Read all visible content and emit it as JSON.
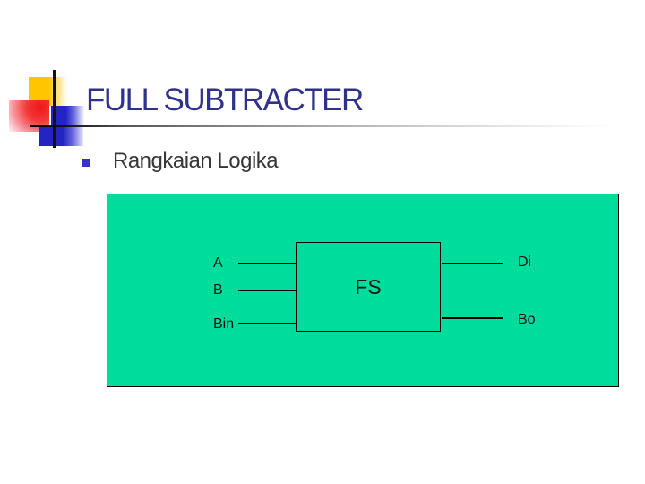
{
  "slide": {
    "title": "FULL SUBTRACTER",
    "bullet_text": "Rangkaian Logika"
  },
  "diagram": {
    "block_label": "FS",
    "inputs": [
      {
        "label": "A"
      },
      {
        "label": "B"
      },
      {
        "label": "Bin"
      }
    ],
    "outputs": [
      {
        "label": "Di"
      },
      {
        "label": "Bo"
      }
    ]
  },
  "colors": {
    "title_text": "#31318C",
    "body_text": "#363636",
    "bullet_square": "#3333CC",
    "panel_fill": "#00DC9C",
    "line_black": "#000000",
    "accent_yellow": "#FFC500",
    "accent_red": "#EF1717",
    "accent_blue": "#2424C4"
  }
}
